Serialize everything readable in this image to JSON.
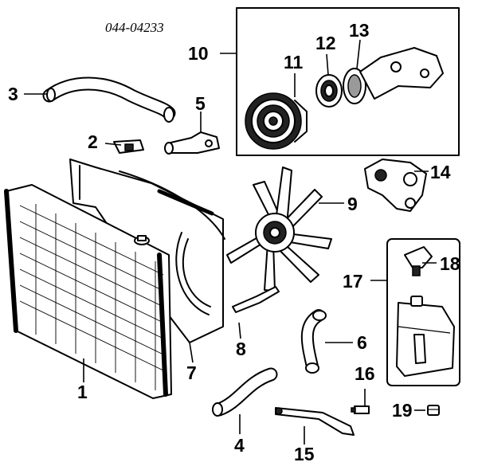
{
  "diagram": {
    "catalog_code": "044-04233",
    "callouts": {
      "c1": "1",
      "c2": "2",
      "c3": "3",
      "c4": "4",
      "c5": "5",
      "c6": "6",
      "c7": "7",
      "c8": "8",
      "c9": "9",
      "c10": "10",
      "c11": "11",
      "c12": "12",
      "c13": "13",
      "c14": "14",
      "c15": "15",
      "c16": "16",
      "c17": "17",
      "c18": "18",
      "c19": "19"
    }
  }
}
